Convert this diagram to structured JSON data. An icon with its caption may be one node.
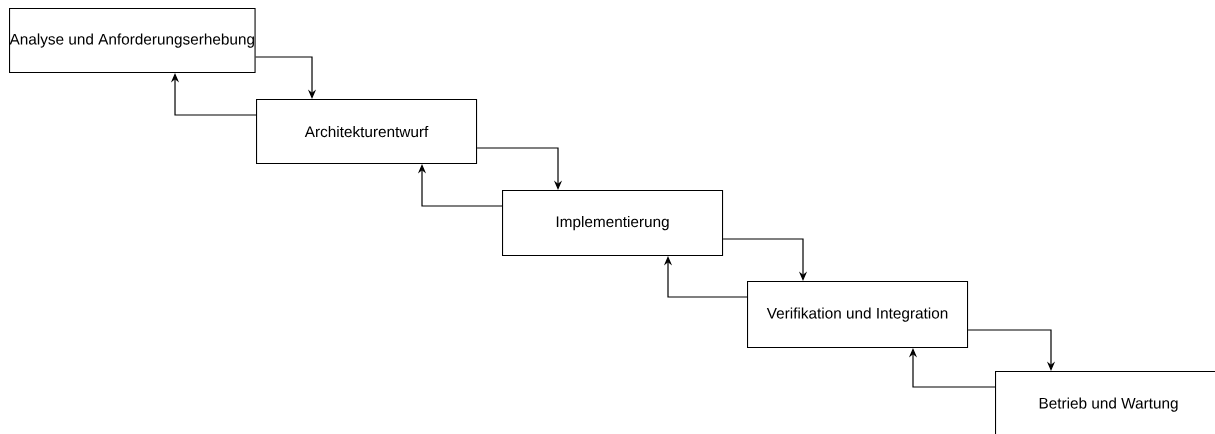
{
  "diagram": {
    "nodes": [
      {
        "text": [
          "Analyse und Anforderungserhebung"
        ]
      },
      {
        "text": [
          "Architekturentwurf"
        ]
      },
      {
        "text": [
          "Implementierung"
        ]
      },
      {
        "text": [
          "Verifikation und Integration"
        ]
      },
      {
        "text": [
          "Betrieb und Wartung"
        ]
      }
    ],
    "edges": [
      {
        "from": 0,
        "to": 1,
        "arrow": "to"
      },
      {
        "from": 1,
        "to": 0,
        "arrow": "to"
      },
      {
        "from": 1,
        "to": 2,
        "arrow": "to"
      },
      {
        "from": 2,
        "to": 1,
        "arrow": "to"
      },
      {
        "from": 2,
        "to": 3,
        "arrow": "to"
      },
      {
        "from": 3,
        "to": 2,
        "arrow": "to"
      },
      {
        "from": 3,
        "to": 4,
        "arrow": "to"
      },
      {
        "from": 4,
        "to": 3,
        "arrow": "to"
      }
    ]
  }
}
